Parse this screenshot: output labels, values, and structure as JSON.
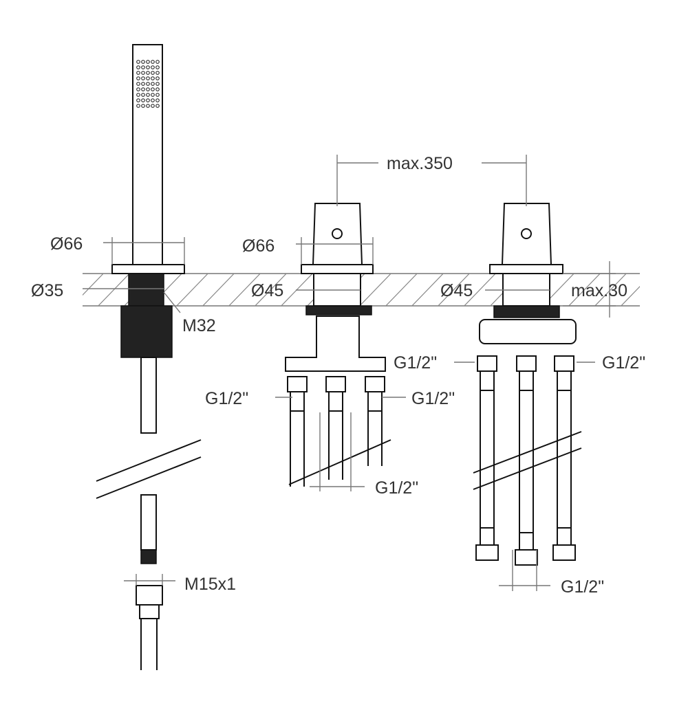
{
  "title": "Bath mixer installation drawing",
  "labels": {
    "max_distance": "max.350",
    "hand_shower_flange_dia": "Ø66",
    "hand_shower_hole_dia": "Ø35",
    "hand_shower_thread": "M32",
    "hose_thread": "M15x1",
    "valve1_flange_dia": "Ø66",
    "valve1_hole_dia": "Ø45",
    "valve2_hole_dia": "Ø45",
    "max_deck_thickness": "max.30",
    "g_left_1": "G1/2\"",
    "g_left_2": "G1/2\"",
    "g_left_bottom": "G1/2\"",
    "g_right_1": "G1/2\"",
    "g_right_2": "G1/2\"",
    "g_right_bottom": "G1/2\""
  }
}
